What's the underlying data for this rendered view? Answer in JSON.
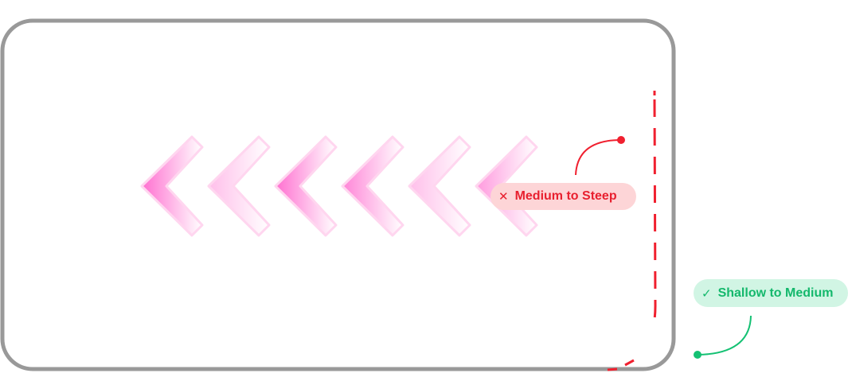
{
  "chevrons": [
    {
      "strength": 1.0
    },
    {
      "strength": 0.45
    },
    {
      "strength": 1.0
    },
    {
      "strength": 0.85
    },
    {
      "strength": 0.45
    },
    {
      "strength": 0.7
    }
  ],
  "colors": {
    "frame": "#999999",
    "chevron": "#ff6fd0",
    "danger": "#f0202f",
    "danger_bg": "#fdd5d7",
    "success": "#14c173",
    "success_bg": "#d1f5e4"
  },
  "labels": {
    "bad": {
      "icon": "x-icon",
      "glyph": "✕",
      "text": "Medium to Steep"
    },
    "good": {
      "icon": "check-icon",
      "glyph": "✓",
      "text": "Shallow to Medium"
    }
  }
}
